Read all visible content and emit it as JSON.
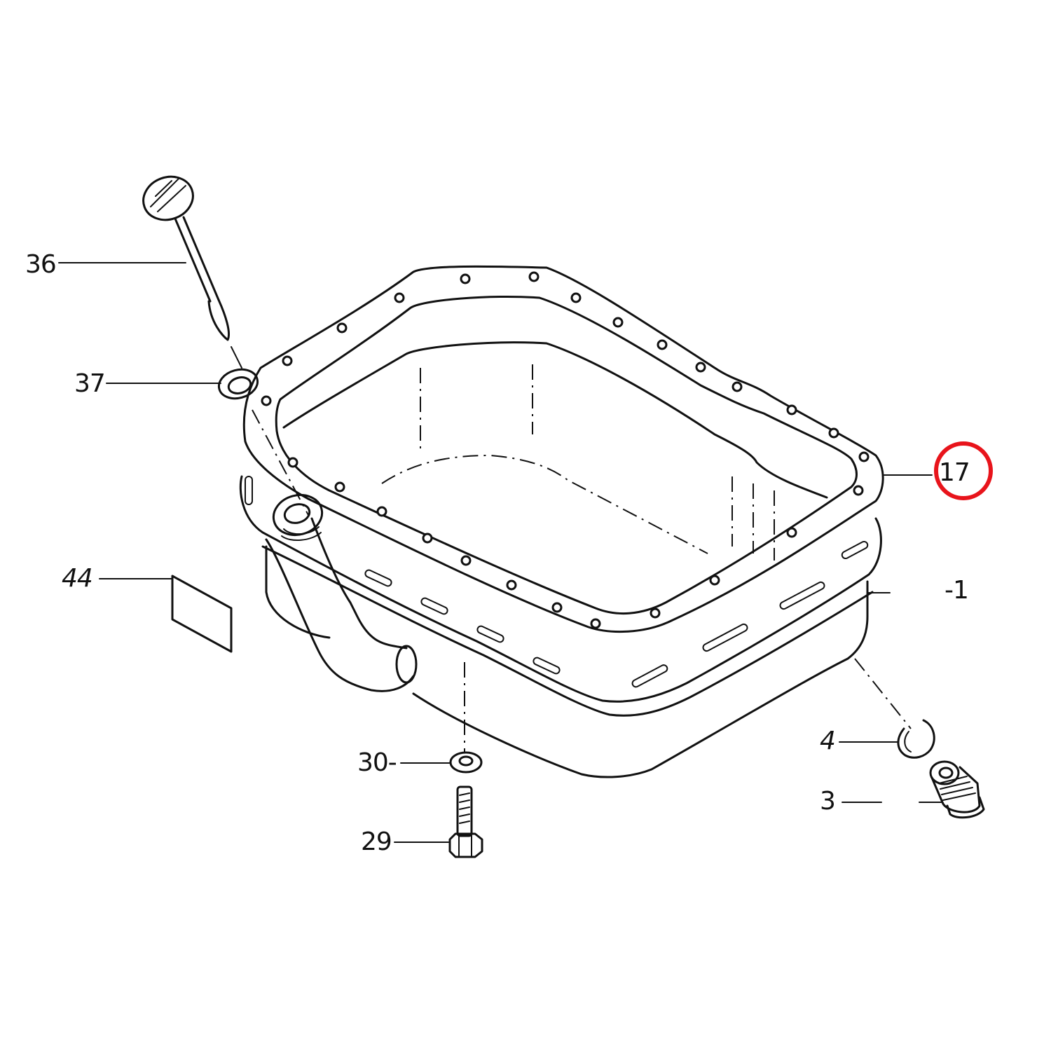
{
  "diagram": {
    "title": "Oil pan exploded parts diagram",
    "highlight_color": "#e8141b",
    "highlighted_part": "17",
    "callouts": [
      {
        "id": "36",
        "label": "36",
        "part": "dipstick"
      },
      {
        "id": "37",
        "label": "37",
        "part": "dipstick-seal"
      },
      {
        "id": "17",
        "label": "17",
        "part": "oil-pan-gasket"
      },
      {
        "id": "1",
        "label": "-1",
        "part": "oil-pan"
      },
      {
        "id": "44",
        "label": "44",
        "part": "label-plate"
      },
      {
        "id": "30",
        "label": "30-",
        "part": "washer"
      },
      {
        "id": "29",
        "label": "29",
        "part": "bolt"
      },
      {
        "id": "4",
        "label": "4",
        "part": "drain-plug-seal-ring"
      },
      {
        "id": "3",
        "label": "3",
        "part": "drain-plug"
      }
    ]
  }
}
